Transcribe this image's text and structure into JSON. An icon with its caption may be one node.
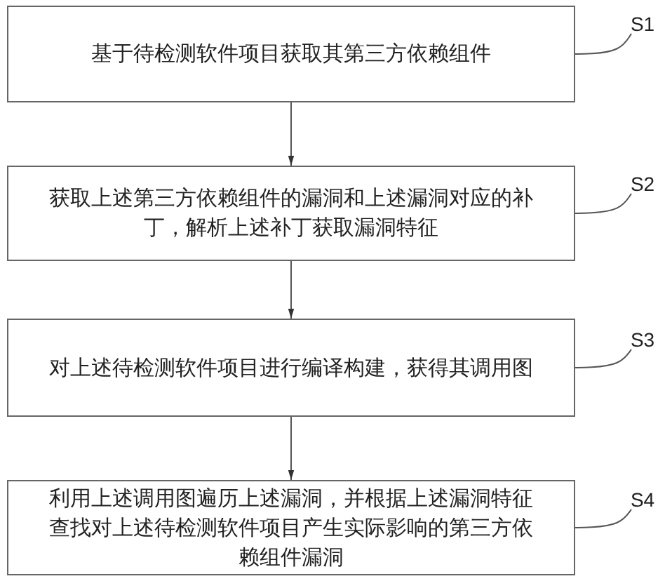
{
  "diagram": {
    "nodes": [
      {
        "text": [
          "基于待检测软件项目获取其第三方依赖组件"
        ]
      },
      {
        "text": [
          "获取上述第三方依赖组件的漏洞和上述漏洞对应的补丁，解析上述补丁获取漏洞特征"
        ]
      },
      {
        "text": [
          "对上述待检测软件项目进行编译构建，获得其调用图"
        ]
      },
      {
        "text": [
          "利用上述调用图遍历上述漏洞，并根据上述漏洞特征查找对上述待检测软件项目产生实际影响的第三方依赖组件漏洞"
        ]
      },
      {
        "text": [
          "S1"
        ]
      },
      {
        "text": [
          "S2"
        ]
      },
      {
        "text": [
          "S3"
        ]
      },
      {
        "text": [
          "S4"
        ]
      }
    ],
    "edges": [
      {
        "from": 0,
        "to": 1,
        "arrow": "to"
      },
      {
        "from": 1,
        "to": 2,
        "arrow": "to"
      },
      {
        "from": 2,
        "to": 3,
        "arrow": "to"
      },
      {
        "from": 4,
        "to": 0,
        "arrow": "none"
      },
      {
        "from": 5,
        "to": 1,
        "arrow": "none"
      },
      {
        "from": 6,
        "to": 2,
        "arrow": "none"
      },
      {
        "from": 7,
        "to": 3,
        "arrow": "none"
      }
    ]
  }
}
